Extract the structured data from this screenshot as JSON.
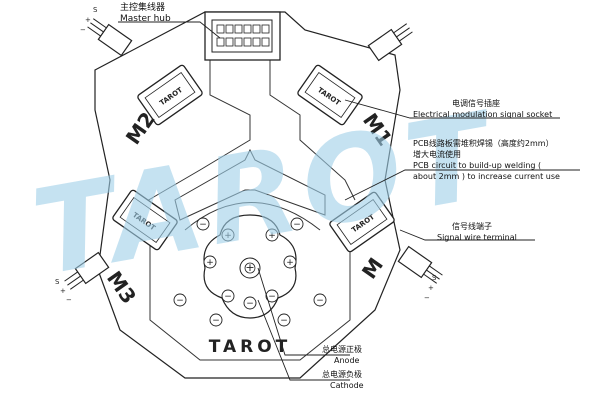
{
  "watermark": "TAROT",
  "brand": "TAROT",
  "motor_labels": {
    "m1": "M1",
    "m2": "M2",
    "m3": "M3",
    "m4": "M"
  },
  "callouts": {
    "master_hub_cn": "主控集线器",
    "master_hub_en": "Master hub",
    "esc_socket_cn": "电调信号插座",
    "esc_socket_en": "Electrical modulation signal socket",
    "pcb_cn_1": "PCB线路板需堆积焊锡（高度约2mm）",
    "pcb_cn_2": "增大电流使用",
    "pcb_en_1": "PCB circuit to build-up welding (",
    "pcb_en_2": "about 2mm ) to increase current use",
    "signal_cn": "信号线端子",
    "signal_en": "Signal wire terminal",
    "anode_cn": "总电源正极",
    "anode_en": "Anode",
    "cathode_cn": "总电源负极",
    "cathode_en": "Cathode"
  },
  "pad_symbols": {
    "plus": "+",
    "minus": "−"
  },
  "wire_marks": {
    "plus": "+",
    "minus": "−",
    "signal": "S"
  },
  "esc_label": "TAROT",
  "colors": {
    "watermark": "#9ecfe8",
    "line": "#222222",
    "board": "#ffffff"
  }
}
